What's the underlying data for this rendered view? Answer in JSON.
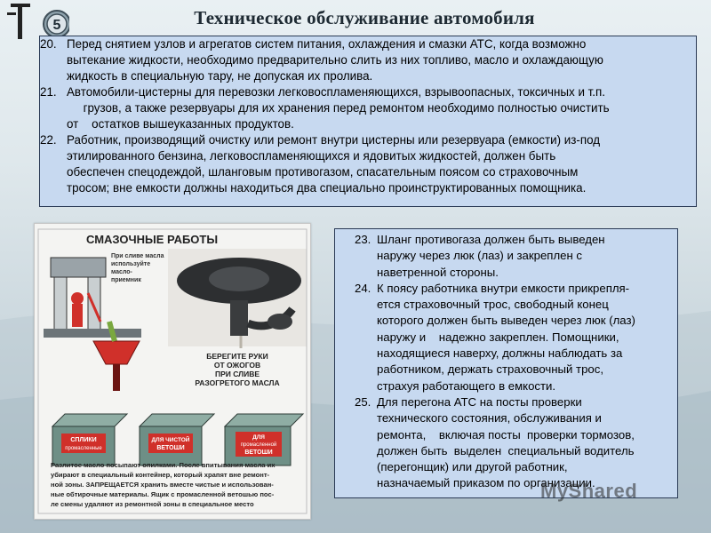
{
  "title": "Техническое обслуживание автомобиля",
  "logo_number": "5",
  "top_items": [
    {
      "num": "20.",
      "lines": [
        "Перед снятием узлов и агрегатов систем питания, охлаждения и смазки АТС, когда возможно",
        "вытекание жидкости, необходимо предварительно слить из них топливо, масло и охлаждающую",
        "жидкость в специальную тару, не допуская их пролива."
      ]
    },
    {
      "num": "21.",
      "lines": [
        "Автомобили-цистерны для перевозки легковоспламеняющихся, взрывоопасных, токсичных и т.п.",
        "     грузов, а также резервуары для их хранения перед ремонтом необходимо полностью очистить",
        "от    остатков вышеуказанных продуктов."
      ]
    },
    {
      "num": "22.",
      "lines": [
        "Работник, производящий очистку или ремонт внутри цистерны или резервуара (емкости) из-под",
        "этилированного бензина, легковоспламеняющихся и ядовитых жидкостей, должен быть",
        "обеспечен спецодеждой, шланговым противогазом, спасательным поясом со страховочным",
        "тросом; вне емкости должны находиться два специально проинструктированных помощника."
      ]
    }
  ],
  "right_items": [
    {
      "num": "23.",
      "lines": [
        "Шланг противогаза должен быть выведен",
        "наружу через люк (лаз) и закреплен с",
        "наветренной стороны."
      ]
    },
    {
      "num": "24.",
      "lines": [
        "К поясу работника внутри емкости прикрепля-",
        "ется страховочный трос, свободный конец",
        "которого должен быть выведен через люк (лаз)",
        "наружу и    надежно закреплен. Помощники,",
        "находящиеся наверху, должны наблюдать за",
        "работником, держать страховочный трос,",
        "страхуя работающего в емкости."
      ]
    },
    {
      "num": "25.",
      "lines": [
        "Для перегона АТС на посты проверки",
        "технического состояния, обслуживания и",
        "ремонта,    включая посты  проверки тормозов,",
        "должен быть  выделен  специальный водитель",
        "(перегонщик) или другой работник,",
        "назначаемый приказом по организации."
      ]
    }
  ],
  "poster": {
    "heading": "СМАЗОЧНЫЕ РАБОТЫ",
    "callout_receiver": [
      "При сливе масла",
      "используйте",
      "масло-",
      "приемник"
    ],
    "callout_hands": [
      "БЕРЕГИТЕ РУКИ",
      "ОТ ОЖОГОВ",
      "ПРИ СЛИВЕ",
      "РАЗОГРЕТОГО МАСЛА"
    ],
    "bins": [
      [
        "СПЛИКИ",
        "промасленные"
      ],
      [
        "ДЛЯ ЧИСТОЙ",
        "ВЕТОШИ"
      ],
      [
        "ДЛЯ",
        "промасленной",
        "ВЕТОШИ"
      ]
    ],
    "footer_lines": [
      "Разлитое масло посыпают опилками. После впитывания масла их",
      "убирают в специальный контейнер, который храпят вне ремонт-",
      "ной зоны. ЗАПРЕЩАЕТСЯ хранить вместе чистые и использован-",
      "ные обтирочные материалы. Ящик с промасленной ветошью пос-",
      "ле смены удаляют из ремонтной зоны в специальное место"
    ]
  },
  "watermark": "MyShared",
  "colors": {
    "box_fill": "#c7d9f0",
    "box_border": "#2a3a55",
    "poster_red": "#d0302a",
    "poster_green": "#6e8f86"
  }
}
